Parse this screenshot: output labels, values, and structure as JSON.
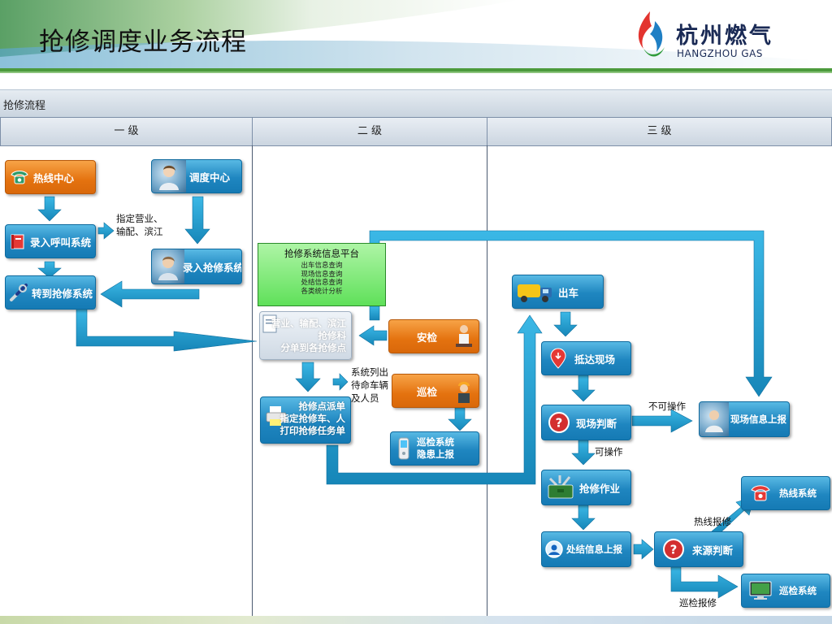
{
  "header": {
    "title": "抢修调度业务流程",
    "logo_cn": "杭州燃气",
    "logo_en": "HANGZHOU GAS"
  },
  "section_title": "抢修流程",
  "columns": [
    "一 级",
    "二 级",
    "三 级"
  ],
  "level1": {
    "hotline_center": "热线中心",
    "dispatch_center": "调度中心",
    "enter_call_system": "录入呼叫系统",
    "enter_repair_system": "录入抢修系统",
    "transfer_repair_system": "转到抢修系统",
    "assign_note": [
      "指定营业、",
      "输配、滨江"
    ]
  },
  "level2": {
    "platform_title": "抢修系统信息平台",
    "platform_items": [
      "出车信息查询",
      "现场信息查询",
      "处结信息查询",
      "各类统计分析"
    ],
    "dispatch_box": [
      "营业、输配、滨江",
      "抢修科",
      "分单到各抢修点"
    ],
    "safety_check": "安检",
    "patrol_check": "巡检",
    "list_note": [
      "系统列出",
      "待命车辆",
      "及人员"
    ],
    "repair_point": [
      "抢修点派单",
      "指定抢修车、人",
      "打印抢修任务单"
    ],
    "patrol_report": [
      "巡检系统",
      "隐患上报"
    ]
  },
  "level3": {
    "depart": "出车",
    "arrive": "抵达现场",
    "judge_site": "现场判断",
    "not_operable": "不可操作",
    "operable": "可操作",
    "site_report": "现场信息上报",
    "repair_work": "抢修作业",
    "close_report": "处结信息上报",
    "source_judge": "来源判断",
    "hotline_repair": "热线报修",
    "patrol_repair": "巡检报修",
    "hotline_system": "热线系统",
    "patrol_system": "巡检系统"
  },
  "colors": {
    "flow_arrow": "#1e9fd0",
    "box_blue": "#1f86c0",
    "box_orange": "#e4720f",
    "platform_green": "#6ee66a"
  }
}
